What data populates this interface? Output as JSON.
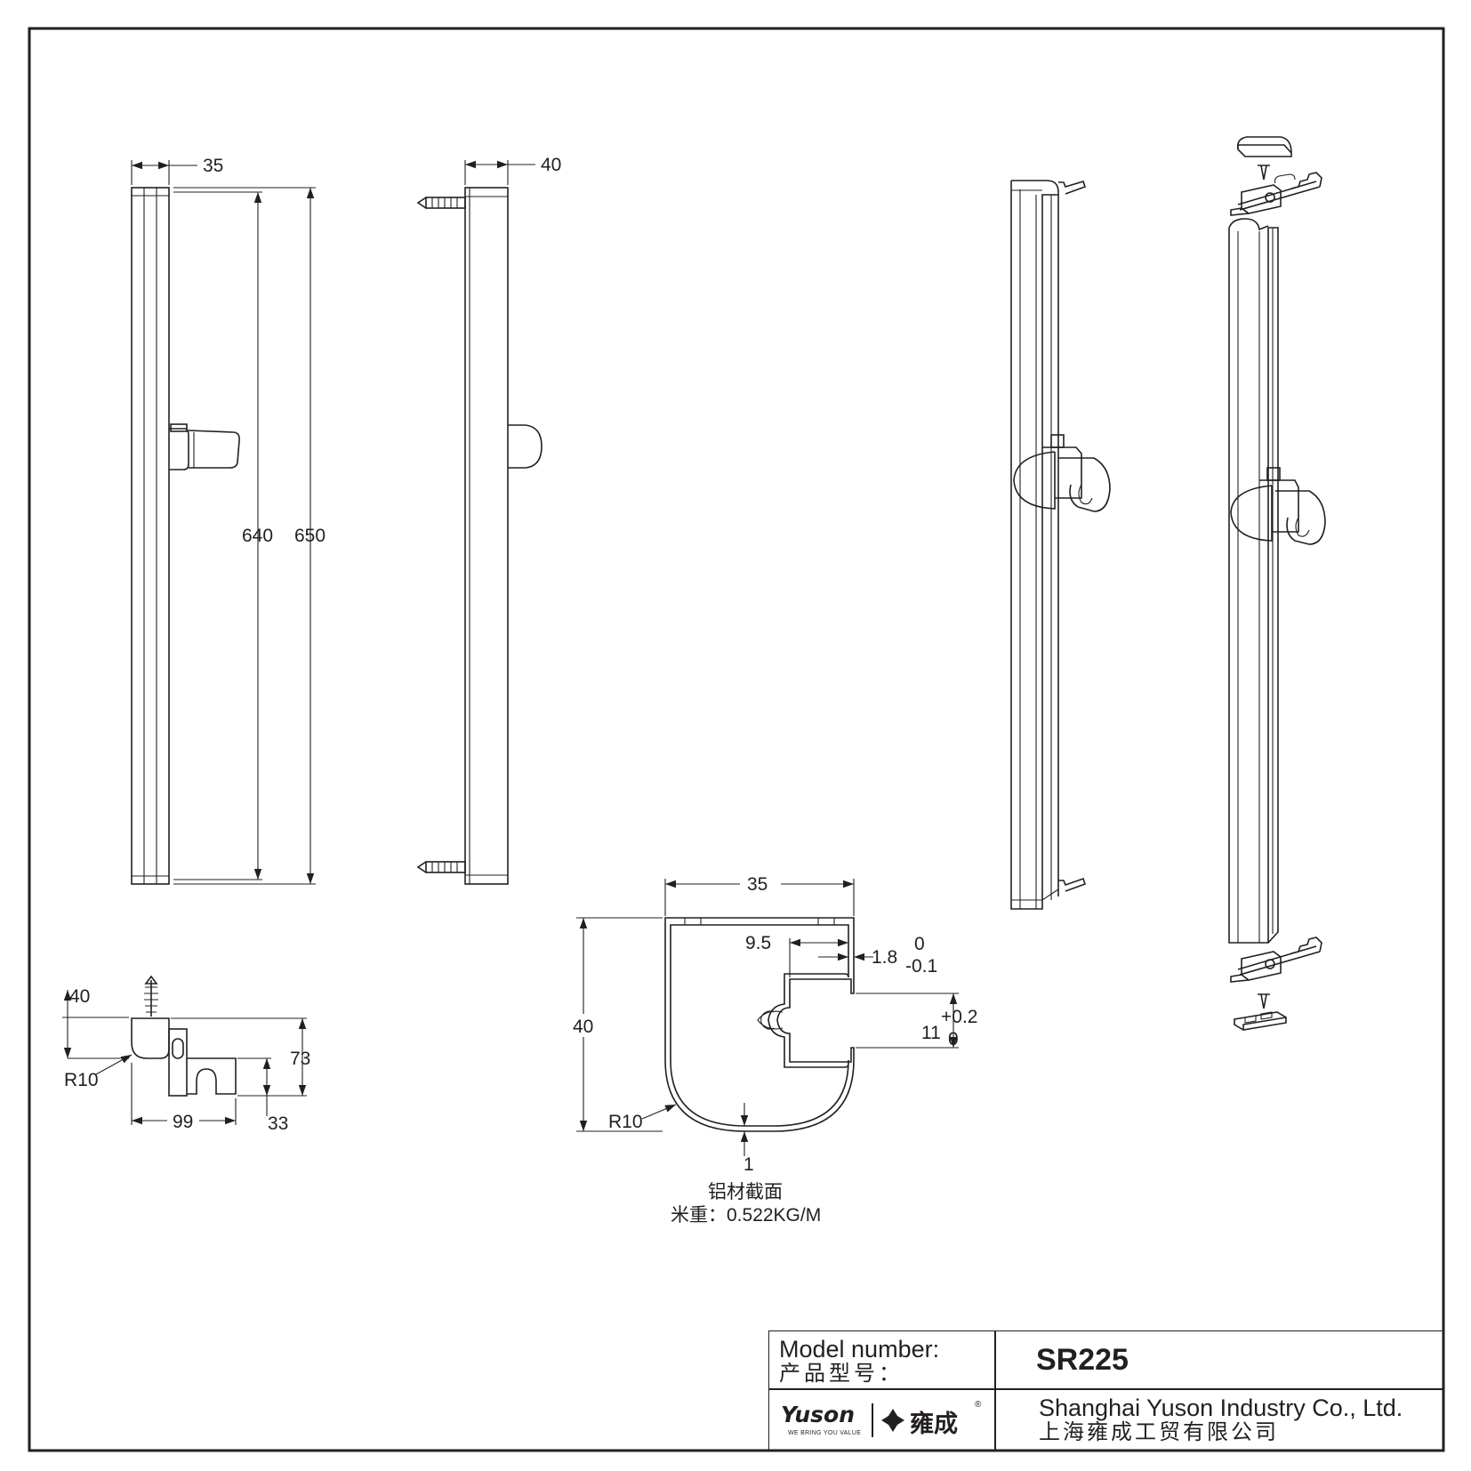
{
  "front_view": {
    "width_label": "35",
    "inner_length_label": "640",
    "overall_length_label": "650"
  },
  "side_view": {
    "depth_label": "40"
  },
  "holder_view": {
    "label_40": "40",
    "label_73": "73",
    "label_r10": "R10",
    "label_99": "99",
    "label_33": "33"
  },
  "section_view": {
    "width_label": "35",
    "height_label": "40",
    "slot_label": "9.5",
    "wall_label": "1.8",
    "wall_tol_upper": "0",
    "wall_tol_lower": "-0.1",
    "opening_label": "11",
    "opening_tol_upper": "+0.2",
    "opening_tol_lower": "0",
    "radius_label": "R10",
    "thickness_label": "1",
    "caption_cn": "铝材截面",
    "weight_text": "米重：0.522KG/M"
  },
  "title_block": {
    "model_label_en": "Model number:",
    "model_label_cn": "产品型号：",
    "model_value": "SR225",
    "brand_logo_text": "Yuson",
    "brand_tagline": "WE BRING YOU VALUE",
    "brand_cn": "雍成",
    "company_en": "Shanghai Yuson Industry Co., Ltd.",
    "company_cn": "上海雍成工贸有限公司"
  }
}
